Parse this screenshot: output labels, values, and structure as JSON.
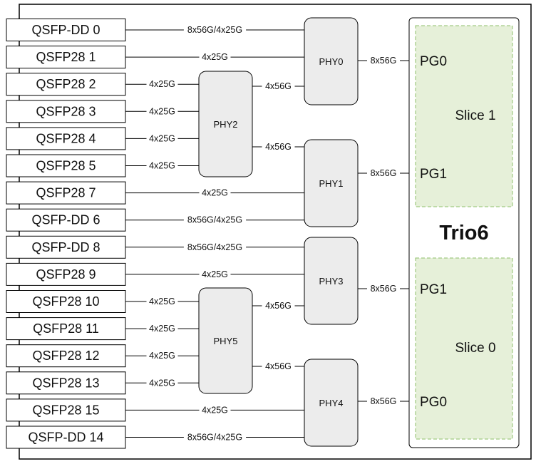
{
  "ports": [
    {
      "label": "QSFP-DD 0",
      "speed": "8x56G/4x25G",
      "phy": "PHY0"
    },
    {
      "label": "QSFP28 1",
      "speed": "4x25G",
      "phy": "PHY0"
    },
    {
      "label": "QSFP28 2",
      "speed": "4x25G",
      "phy": "PHY2"
    },
    {
      "label": "QSFP28 3",
      "speed": "4x25G",
      "phy": "PHY2"
    },
    {
      "label": "QSFP28 4",
      "speed": "4x25G",
      "phy": "PHY2"
    },
    {
      "label": "QSFP28 5",
      "speed": "4x25G",
      "phy": "PHY2"
    },
    {
      "label": "QSFP28 7",
      "speed": "4x25G",
      "phy": "PHY1"
    },
    {
      "label": "QSFP-DD 6",
      "speed": "8x56G/4x25G",
      "phy": "PHY1"
    },
    {
      "label": "QSFP-DD 8",
      "speed": "8x56G/4x25G",
      "phy": "PHY3"
    },
    {
      "label": "QSFP28 9",
      "speed": "4x25G",
      "phy": "PHY3"
    },
    {
      "label": "QSFP28 10",
      "speed": "4x25G",
      "phy": "PHY5"
    },
    {
      "label": "QSFP28 11",
      "speed": "4x25G",
      "phy": "PHY5"
    },
    {
      "label": "QSFP28 12",
      "speed": "4x25G",
      "phy": "PHY5"
    },
    {
      "label": "QSFP28 13",
      "speed": "4x25G",
      "phy": "PHY5"
    },
    {
      "label": "QSFP28 15",
      "speed": "4x25G",
      "phy": "PHY4"
    },
    {
      "label": "QSFP-DD 14",
      "speed": "8x56G/4x25G",
      "phy": "PHY4"
    }
  ],
  "phys": [
    {
      "id": "PHY0",
      "label": "PHY0"
    },
    {
      "id": "PHY1",
      "label": "PHY1"
    },
    {
      "id": "PHY2",
      "label": "PHY2"
    },
    {
      "id": "PHY3",
      "label": "PHY3"
    },
    {
      "id": "PHY4",
      "label": "PHY4"
    },
    {
      "id": "PHY5",
      "label": "PHY5"
    }
  ],
  "phy_links": [
    {
      "from": "PHY2",
      "to": "PHY0",
      "speed": "4x56G"
    },
    {
      "from": "PHY2",
      "to": "PHY1",
      "speed": "4x56G"
    },
    {
      "from": "PHY5",
      "to": "PHY3",
      "speed": "4x56G"
    },
    {
      "from": "PHY5",
      "to": "PHY4",
      "speed": "4x56G"
    }
  ],
  "chip_links": [
    {
      "from": "PHY0",
      "to_pg": "PG0",
      "slice": "Slice 1",
      "speed": "8x56G"
    },
    {
      "from": "PHY1",
      "to_pg": "PG1",
      "slice": "Slice 1",
      "speed": "8x56G"
    },
    {
      "from": "PHY3",
      "to_pg": "PG1",
      "slice": "Slice 0",
      "speed": "8x56G"
    },
    {
      "from": "PHY4",
      "to_pg": "PG0",
      "slice": "Slice 0",
      "speed": "8x56G"
    }
  ],
  "chip": {
    "name": "Trio6",
    "slices": [
      {
        "label": "Slice 1",
        "pg_top": "PG0",
        "pg_bottom": "PG1"
      },
      {
        "label": "Slice 0",
        "pg_top": "PG1",
        "pg_bottom": "PG0"
      }
    ]
  },
  "colors": {
    "slice_fill": "#e6f0d9",
    "slice_border": "#8fbf6a",
    "phy_fill": "#ececec",
    "stroke": "#000000"
  }
}
